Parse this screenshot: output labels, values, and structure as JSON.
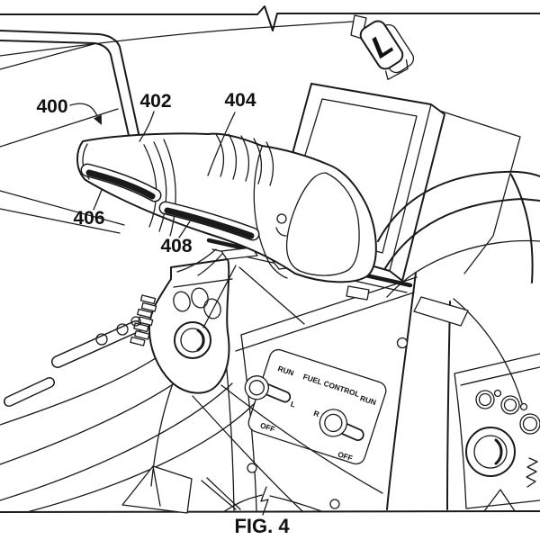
{
  "figure": {
    "caption": "FIG. 4",
    "labels": {
      "l400": "400",
      "l402": "402",
      "l404": "404",
      "l406": "406",
      "l408": "408"
    },
    "l_button": "L",
    "fuel_panel": {
      "run_left": "RUN",
      "title": "FUEL CONTROL",
      "run_right": "RUN",
      "l_switch": "L",
      "r_switch": "R",
      "off_left": "OFF",
      "off_right": "OFF"
    }
  },
  "colors": {
    "line": "#1a1a1a",
    "green_stripe": "#00a14b",
    "red_stripe": "#ec1c24",
    "background": "#ffffff"
  }
}
